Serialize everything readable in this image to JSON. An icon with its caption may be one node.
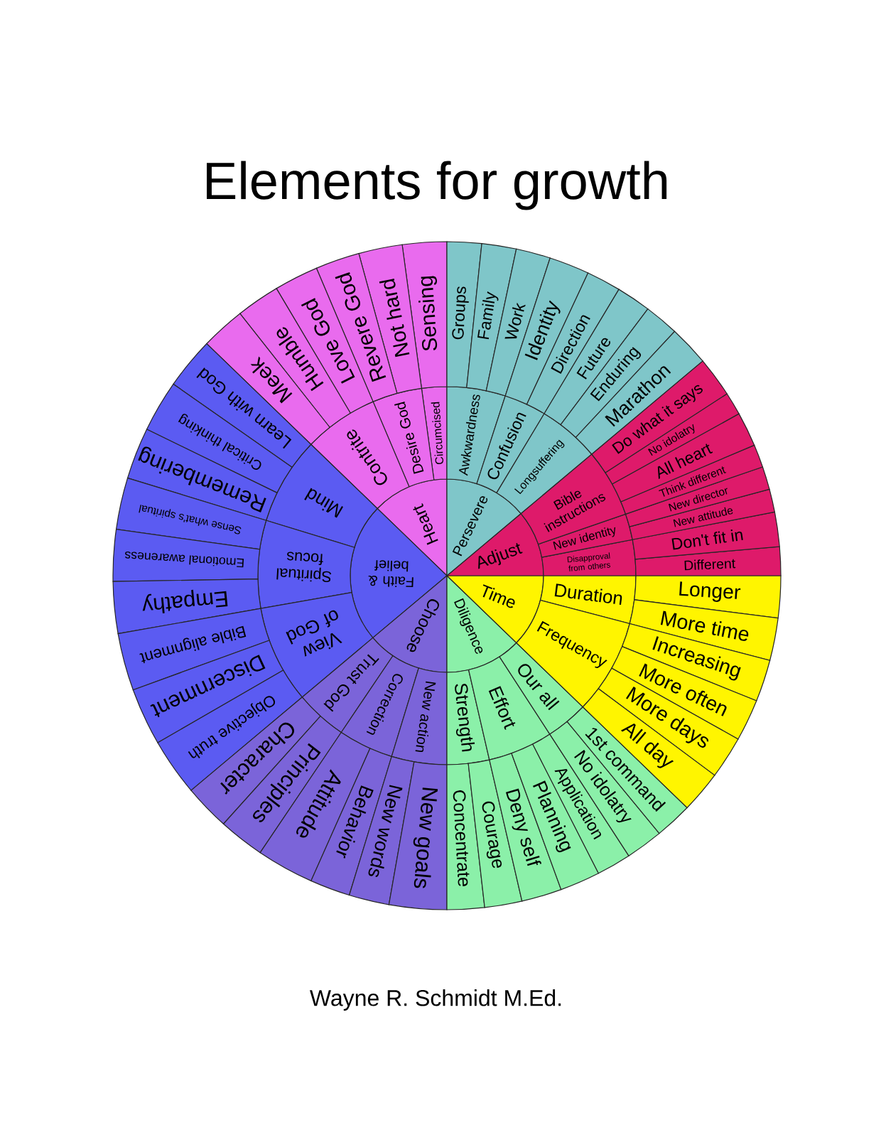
{
  "diagram": {
    "title": "Elements for growth",
    "nodes": [
      {
        "text": [
          "Heart"
        ]
      },
      {
        "text": [
          "Circumcised"
        ]
      },
      {
        "text": [
          "Sensing"
        ]
      },
      {
        "text": [
          "Desire God"
        ]
      },
      {
        "text": [
          "Not hard"
        ]
      },
      {
        "text": [
          "Revere God"
        ]
      },
      {
        "text": [
          "Contrite"
        ]
      },
      {
        "text": [
          "Love God"
        ]
      },
      {
        "text": [
          "Humble"
        ]
      },
      {
        "text": [
          "Meek"
        ]
      },
      {
        "text": [
          "Faith & belief"
        ]
      },
      {
        "text": [
          "Mind"
        ]
      },
      {
        "text": [
          "Learn with God"
        ]
      },
      {
        "text": [
          "Critical thinking"
        ]
      },
      {
        "text": [
          "Remembering"
        ]
      },
      {
        "text": [
          "Spiritual focus"
        ]
      },
      {
        "text": [
          "Sense what's spiritual"
        ]
      },
      {
        "text": [
          "Emotional awareness"
        ]
      },
      {
        "text": [
          "Empathy"
        ]
      },
      {
        "text": [
          "View of God"
        ]
      },
      {
        "text": [
          "Bible alignment"
        ]
      },
      {
        "text": [
          "Discernment"
        ]
      },
      {
        "text": [
          "Objective truth"
        ]
      },
      {
        "text": [
          "Choose"
        ]
      },
      {
        "text": [
          "Trust God"
        ]
      },
      {
        "text": [
          "Character"
        ]
      },
      {
        "text": [
          "Principles"
        ]
      },
      {
        "text": [
          "Correction"
        ]
      },
      {
        "text": [
          "Attitude"
        ]
      },
      {
        "text": [
          "Behavior"
        ]
      },
      {
        "text": [
          "New action"
        ]
      },
      {
        "text": [
          "New words"
        ]
      },
      {
        "text": [
          "New goals"
        ]
      },
      {
        "text": [
          "Diligence"
        ]
      },
      {
        "text": [
          "Strength"
        ]
      },
      {
        "text": [
          "Concentrate"
        ]
      },
      {
        "text": [
          "Courage"
        ]
      },
      {
        "text": [
          "Effort"
        ]
      },
      {
        "text": [
          "Deny self"
        ]
      },
      {
        "text": [
          "Planning"
        ]
      },
      {
        "text": [
          "Application"
        ]
      },
      {
        "text": [
          "Our all"
        ]
      },
      {
        "text": [
          "No idolatry"
        ]
      },
      {
        "text": [
          "1st command"
        ]
      },
      {
        "text": [
          "Time"
        ]
      },
      {
        "text": [
          "Duration"
        ]
      },
      {
        "text": [
          "Longer"
        ]
      },
      {
        "text": [
          "More time"
        ]
      },
      {
        "text": [
          "Frequency"
        ]
      },
      {
        "text": [
          "Increasing"
        ]
      },
      {
        "text": [
          "More often"
        ]
      },
      {
        "text": [
          "More days"
        ]
      },
      {
        "text": [
          "All day"
        ]
      },
      {
        "text": [
          "Adjust"
        ]
      },
      {
        "text": [
          "Disapproval from others"
        ]
      },
      {
        "text": [
          "Different"
        ]
      },
      {
        "text": [
          "Don't fit in"
        ]
      },
      {
        "text": [
          "New identity"
        ]
      },
      {
        "text": [
          "New attitude"
        ]
      },
      {
        "text": [
          "New director"
        ]
      },
      {
        "text": [
          "Bible instructions"
        ]
      },
      {
        "text": [
          "Think different"
        ]
      },
      {
        "text": [
          "All heart"
        ]
      },
      {
        "text": [
          "No idolatry"
        ]
      },
      {
        "text": [
          "Do what it says"
        ]
      },
      {
        "text": [
          "Persevere"
        ]
      },
      {
        "text": [
          "Awkwardness"
        ]
      },
      {
        "text": [
          "Groups"
        ]
      },
      {
        "text": [
          "Family"
        ]
      },
      {
        "text": [
          "Work"
        ]
      },
      {
        "text": [
          "Confusion"
        ]
      },
      {
        "text": [
          "Identity"
        ]
      },
      {
        "text": [
          "Direction"
        ]
      },
      {
        "text": [
          "Longsuffering"
        ]
      },
      {
        "text": [
          "Future"
        ]
      },
      {
        "text": [
          "Enduring"
        ]
      },
      {
        "text": [
          "Marathon"
        ]
      }
    ],
    "labels": [
      "Wayne R. Schmidt M.Ed."
    ]
  }
}
